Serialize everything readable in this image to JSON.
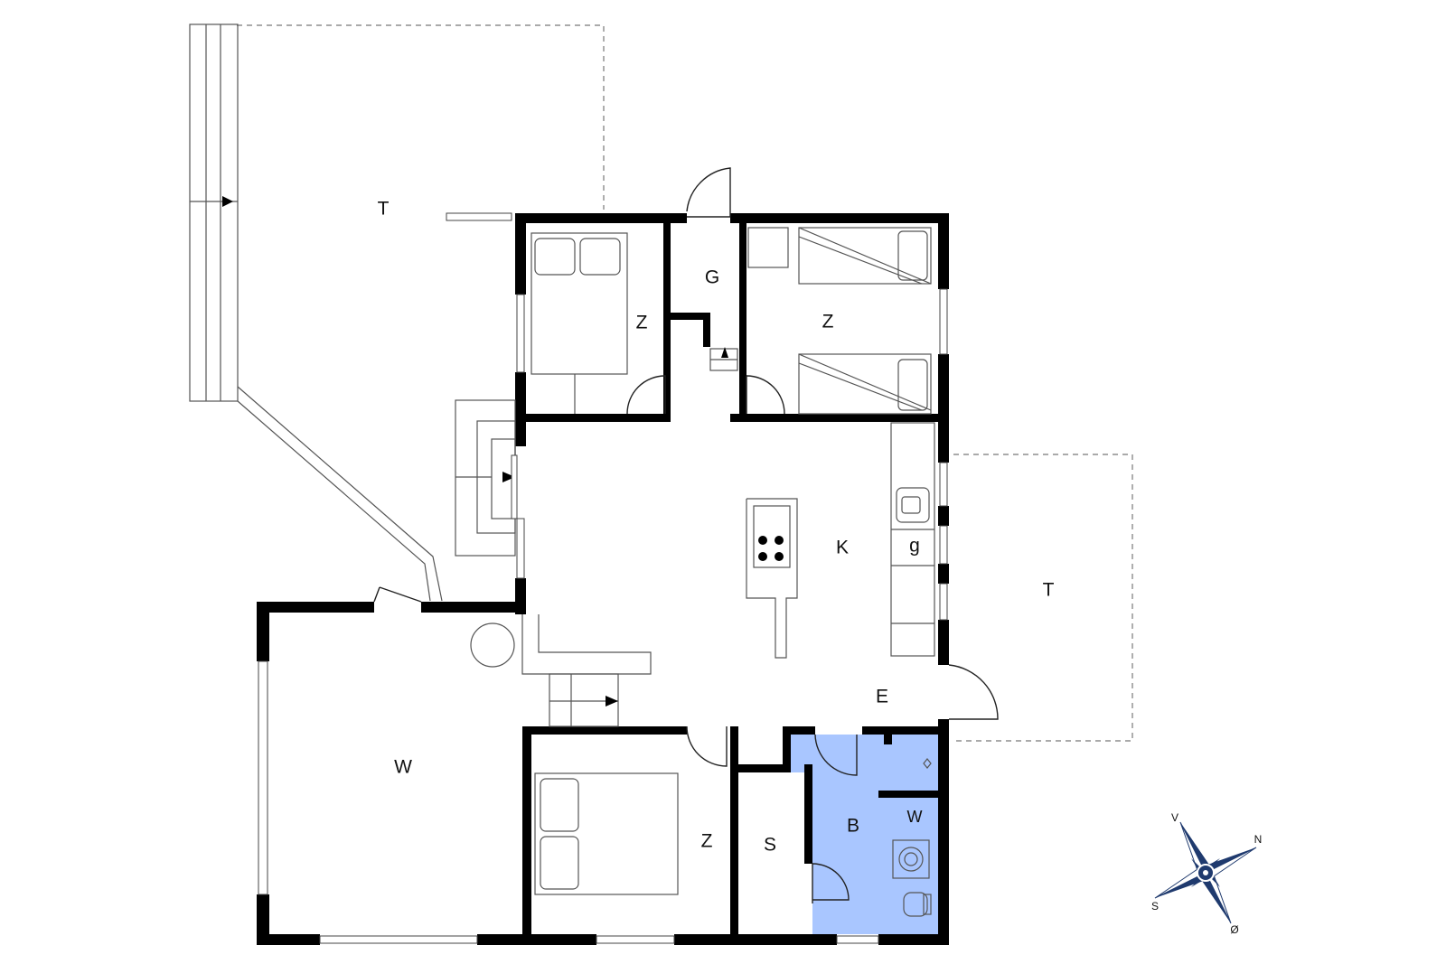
{
  "rooms": {
    "terrace_left": "T",
    "terrace_right": "T",
    "guest_toilet": "G",
    "bedroom_nw": "Z",
    "bedroom_ne": "Z",
    "bedroom_s": "Z",
    "kitchen": "K",
    "utility": "g",
    "entrance": "E",
    "living": "W",
    "storage": "S",
    "bathroom": "B",
    "washer": "W"
  },
  "compass": {
    "north": "N",
    "south": "S",
    "west": "V",
    "east": "Ø"
  },
  "colors": {
    "bathroom_fill": "#a9c6ff",
    "wall": "#000000",
    "compass": "#1f3a6e"
  }
}
